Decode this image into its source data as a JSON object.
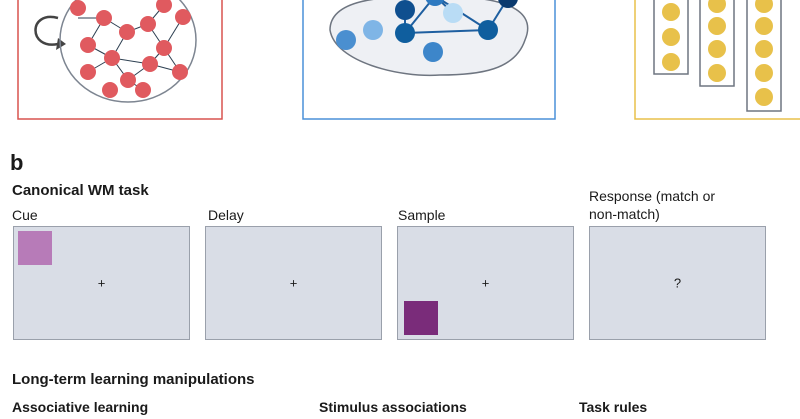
{
  "panel_b": {
    "label": "b",
    "title": "Canonical WM task",
    "phases": [
      {
        "label": "Cue",
        "symbol": "+"
      },
      {
        "label": "Delay",
        "symbol": "+"
      },
      {
        "label": "Sample",
        "symbol": "+"
      },
      {
        "label": "Response (match or non-match)",
        "symbol": "?"
      }
    ]
  },
  "long_term": {
    "title": "Long-term learning manipulations",
    "subsections": [
      "Associative learning",
      "Stimulus associations",
      "Task rules"
    ]
  },
  "colors": {
    "red_frame": "#d9534f",
    "red_node": "#e05a5f",
    "blue_frame": "#4a90d9",
    "yellow_frame": "#e8c14a",
    "yellow_node": "#e8c14a",
    "cue_square": "#b77bb8",
    "sample_square": "#7a2c7a",
    "screen_bg": "#d9dde6"
  }
}
